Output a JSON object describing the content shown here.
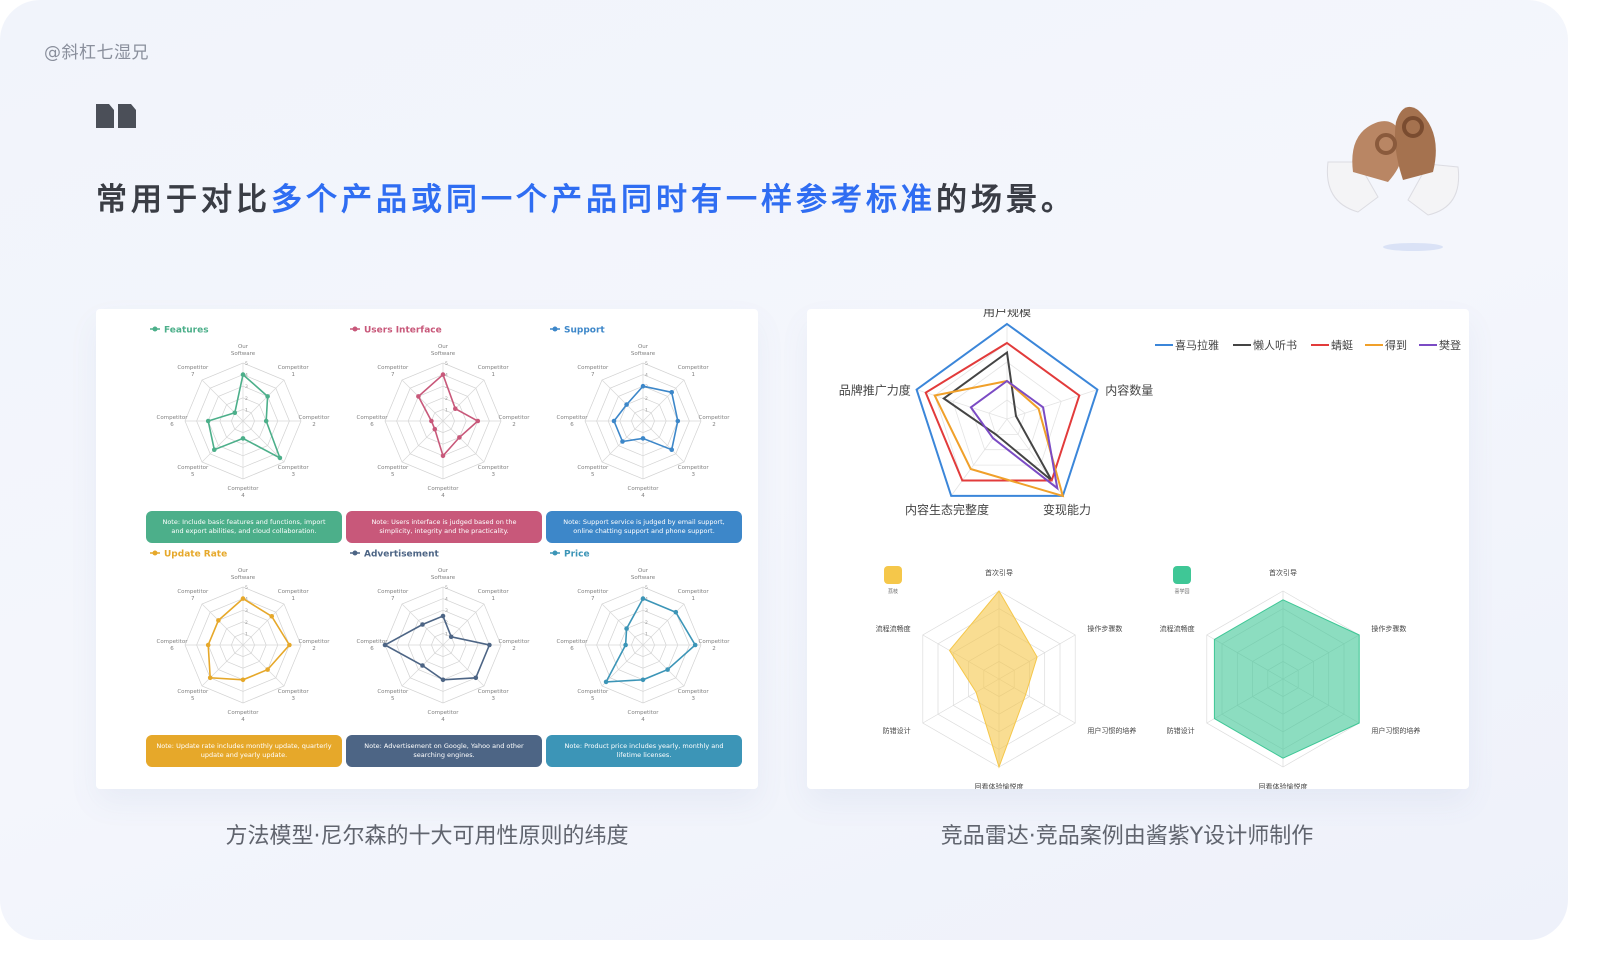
{
  "watermark": "@斜杠七湿兄",
  "headline": {
    "part1": "常用于对比",
    "highlight": "多个产品或同一个产品同时有一样参考标准",
    "part2": "的场景。"
  },
  "captions": {
    "left": "方法模型·尼尔森的十大可用性原则的纬度",
    "right": "竞品雷达·竞品案例由酱紫Y设计师制作"
  },
  "chart_data": [
    {
      "type": "radar",
      "title": "Features",
      "color": "#4caf8a",
      "axes": [
        "Our Software",
        "Competitor 1",
        "Competitor 2",
        "Competitor 3",
        "Competitor 4",
        "Competitor 5",
        "Competitor 6",
        "Competitor 7"
      ],
      "values": [
        4,
        3,
        2,
        4.5,
        1.5,
        3.5,
        3,
        1
      ],
      "rmax": 5,
      "note": "Note: Include basic features and functions, import and export abilities, and cloud collaboration."
    },
    {
      "type": "radar",
      "title": "Users Interface",
      "color": "#c8587a",
      "axes": [
        "Our Software",
        "Competitor 1",
        "Competitor 2",
        "Competitor 3",
        "Competitor 4",
        "Competitor 5",
        "Competitor 6",
        "Competitor 7"
      ],
      "values": [
        4,
        1.5,
        3,
        2,
        3,
        1,
        1,
        3
      ],
      "rmax": 5,
      "note": "Note: Users interface is judged based on the simplicity, integrity and the practicality."
    },
    {
      "type": "radar",
      "title": "Support",
      "color": "#3d87c9",
      "axes": [
        "Our Software",
        "Competitor 1",
        "Competitor 2",
        "Competitor 3",
        "Competitor 4",
        "Competitor 5",
        "Competitor 6",
        "Competitor 7"
      ],
      "values": [
        3,
        3.5,
        3,
        3.5,
        1.5,
        2.5,
        2.5,
        2
      ],
      "rmax": 5,
      "note": "Note: Support service is judged by email support, online chatting support and phone support."
    },
    {
      "type": "radar",
      "title": "Update Rate",
      "color": "#e6a82a",
      "axes": [
        "Our Software",
        "Competitor 1",
        "Competitor 2",
        "Competitor 3",
        "Competitor 4",
        "Competitor 5",
        "Competitor 6",
        "Competitor 7"
      ],
      "values": [
        4,
        3.5,
        4,
        3,
        3,
        4,
        3,
        3
      ],
      "rmax": 5,
      "note": "Note: Update rate includes monthly update, quarterly update and yearly update."
    },
    {
      "type": "radar",
      "title": "Advertisement",
      "color": "#4d6585",
      "axes": [
        "Our Software",
        "Competitor 1",
        "Competitor 2",
        "Competitor 3",
        "Competitor 4",
        "Competitor 5",
        "Competitor 6",
        "Competitor 7"
      ],
      "values": [
        2.5,
        1,
        4,
        4,
        3,
        2.5,
        5,
        2.5
      ],
      "rmax": 5,
      "note": "Note: Advertisement on Google, Yahoo and other searching engines."
    },
    {
      "type": "radar",
      "title": "Price",
      "color": "#3c95b7",
      "axes": [
        "Our Software",
        "Competitor 1",
        "Competitor 2",
        "Competitor 3",
        "Competitor 4",
        "Competitor 5",
        "Competitor 6",
        "Competitor 7"
      ],
      "values": [
        4,
        4,
        4.5,
        3,
        3,
        4.5,
        1.5,
        2
      ],
      "rmax": 5,
      "note": "Note: Product price includes yearly, monthly and lifetime licenses."
    },
    {
      "type": "radar",
      "axes": [
        "用户规模",
        "内容数量",
        "变现能力",
        "内容生态完整度",
        "品牌推广力度"
      ],
      "rmax": 10,
      "series": [
        {
          "name": "喜马拉雅",
          "color": "#3b86d9",
          "values": [
            10,
            10,
            10,
            10,
            10
          ]
        },
        {
          "name": "懒人听书",
          "color": "#444444",
          "values": [
            7,
            1,
            8,
            2,
            7
          ]
        },
        {
          "name": "蜻蜓",
          "color": "#e23b3b",
          "values": [
            8,
            8,
            8,
            8,
            9
          ]
        },
        {
          "name": "得到",
          "color": "#f0a02a",
          "values": [
            4,
            3.5,
            10,
            6.5,
            8
          ]
        },
        {
          "name": "樊登",
          "color": "#7b4bc4",
          "values": [
            4,
            4,
            9,
            2.5,
            4
          ]
        }
      ]
    },
    {
      "type": "radar",
      "app_label": "荔枝",
      "color": "#f5c74a",
      "axes": [
        "首次引导",
        "操作步骤数",
        "用户习惯的培养",
        "回看体验愉悦度",
        "防错设计",
        "流程流畅度"
      ],
      "rmax": 100,
      "values": [
        100,
        50,
        35,
        100,
        30,
        65
      ]
    },
    {
      "type": "radar",
      "app_label": "喜学园",
      "color": "#3fc796",
      "axes": [
        "首次引导",
        "操作步骤数",
        "用户习惯的培养",
        "回看体验愉悦度",
        "防错设计",
        "流程流畅度"
      ],
      "rmax": 100,
      "values": [
        90,
        100,
        100,
        90,
        90,
        90
      ]
    }
  ]
}
